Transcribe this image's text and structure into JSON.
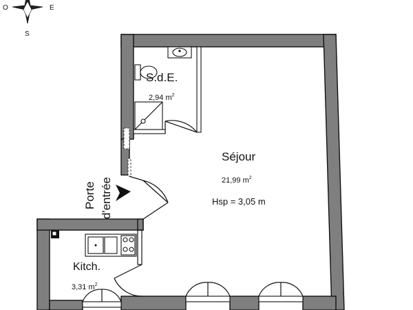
{
  "compass": {
    "west": "O",
    "east": "E",
    "south": "S"
  },
  "rooms": {
    "bathroom": {
      "name": "S.d.E.",
      "area_value": "2,94 m",
      "area_unit_exp": "2"
    },
    "living": {
      "name": "Séjour",
      "area_value": "21,99 m",
      "area_unit_exp": "2",
      "ceiling": "Hsp = 3,05 m"
    },
    "kitchen": {
      "name": "Kitch.",
      "area_value": "3,31 m",
      "area_unit_exp": "2"
    }
  },
  "entrance": {
    "line1": "Porte",
    "line2": "d'entrée"
  },
  "colors": {
    "wall_fill": "#7f7f7f",
    "line": "#111111",
    "background": "#ffffff"
  }
}
